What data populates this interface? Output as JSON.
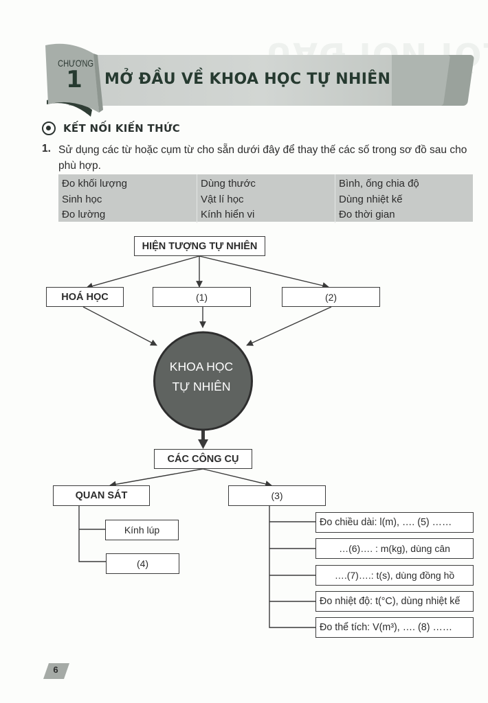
{
  "chapter": {
    "label": "CHƯƠNG",
    "number": "1",
    "title": "MỞ ĐẦU VỀ KHOA HỌC TỰ NHIÊN",
    "ghost_text": "LỜI NÓI ĐẦU"
  },
  "section": {
    "title": "KẾT NỐI KIẾN THỨC"
  },
  "question": {
    "number": "1.",
    "text": "Sử dụng các từ hoặc cụm từ cho sẵn dưới đây để thay thế các số trong sơ đồ sau cho phù hợp."
  },
  "word_bank": {
    "columns": [
      [
        "Đo khối lượng",
        "Sinh học",
        "Đo lường"
      ],
      [
        "Dùng thước",
        "Vật lí học",
        "Kính hiển vi"
      ],
      [
        "Bình, ống chia độ",
        "Dùng nhiệt kế",
        "Đo thời gian"
      ]
    ]
  },
  "diagram": {
    "root": "HIỆN TƯỢNG TỰ NHIÊN",
    "branches": [
      "HOÁ HỌC",
      "(1)",
      "(2)"
    ],
    "center_line1": "KHOA HỌC",
    "center_line2": "TỰ NHIÊN",
    "tools": "CÁC CÔNG CỤ",
    "observe": {
      "label": "QUAN SÁT",
      "children": [
        "Kính lúp",
        "(4)"
      ]
    },
    "measure": {
      "label": "(3)",
      "children": [
        "Đo chiều dài: l(m), …. (5) ……",
        "…(6)…. : m(kg), dùng cân",
        "….(7)….: t(s), dùng đồng hồ",
        "Đo nhiệt độ: t(°C), dùng nhiệt kế",
        "Đo thể tích: V(m³), …. (8) ……"
      ]
    },
    "colors": {
      "circle_fill": "#5f6360",
      "line": "#3a3a3a"
    }
  },
  "page": {
    "number": "6"
  }
}
